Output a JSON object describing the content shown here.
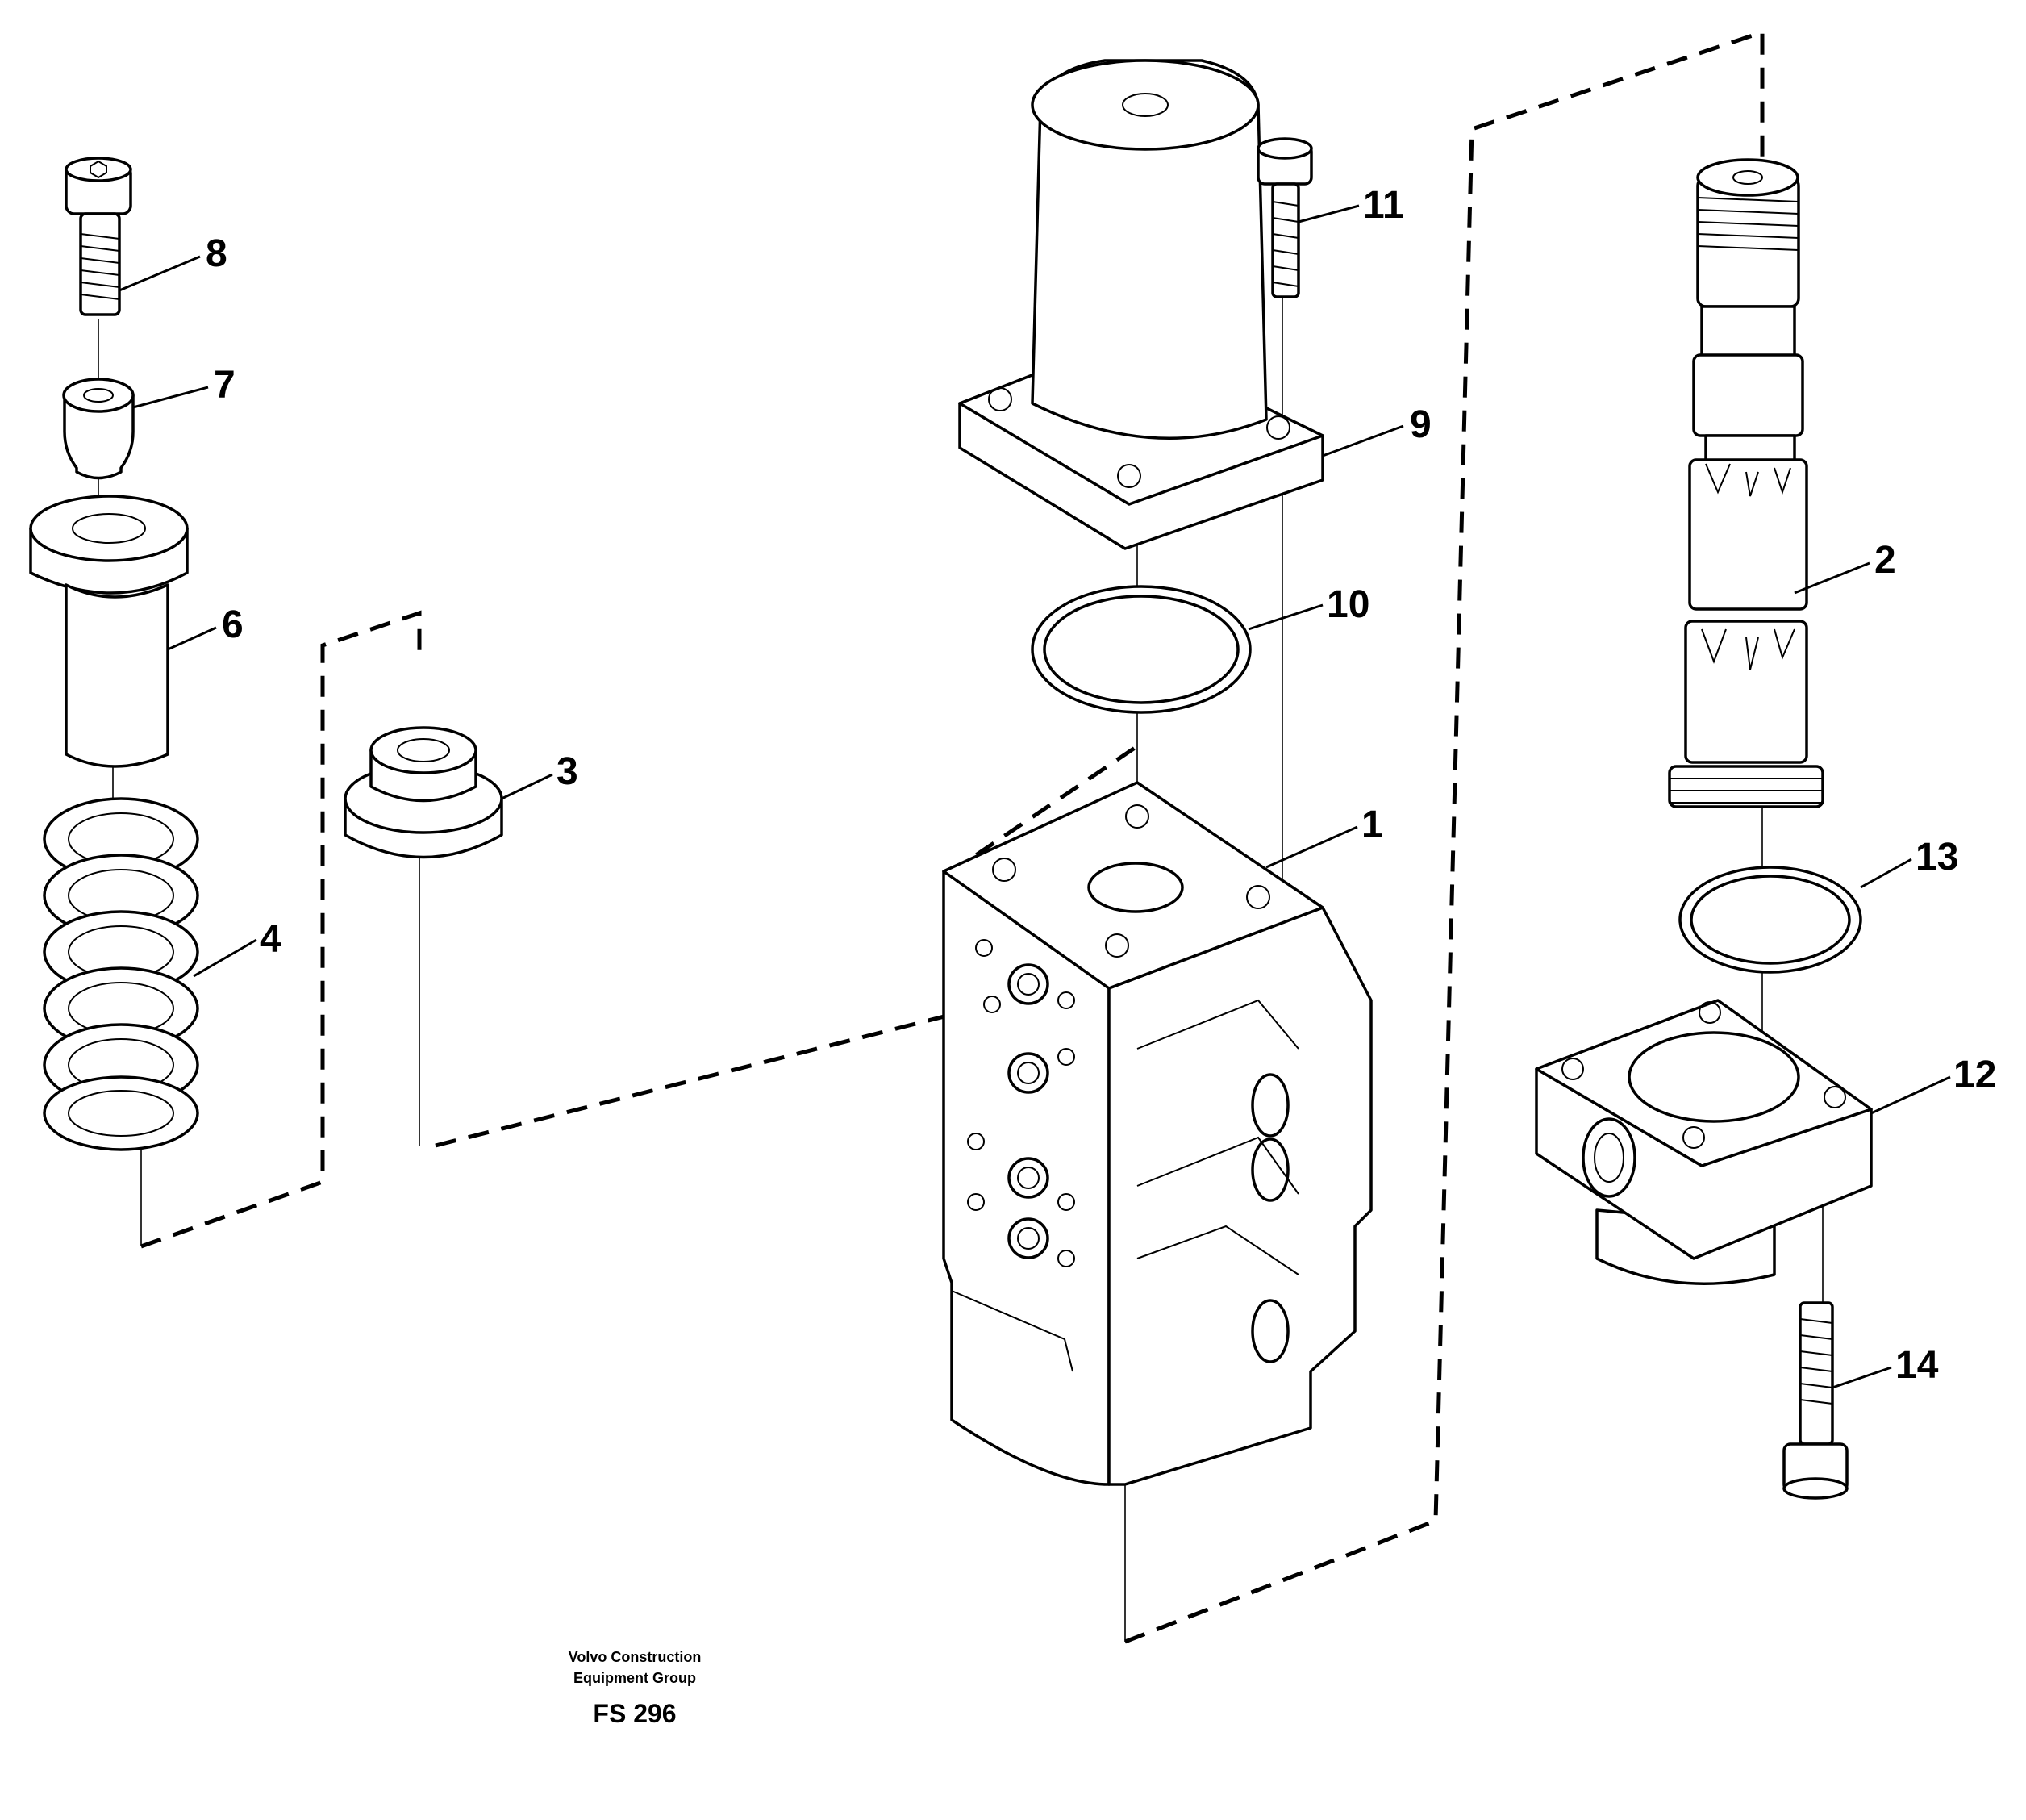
{
  "callouts": {
    "c1": "1",
    "c2": "2",
    "c3": "3",
    "c4": "4",
    "c6": "6",
    "c7": "7",
    "c8": "8",
    "c9": "9",
    "c10": "10",
    "c11": "11",
    "c12": "12",
    "c13": "13",
    "c14": "14"
  },
  "credit": {
    "line1": "Volvo Construction",
    "line2": "Equipment Group",
    "figure": "FS 296"
  }
}
